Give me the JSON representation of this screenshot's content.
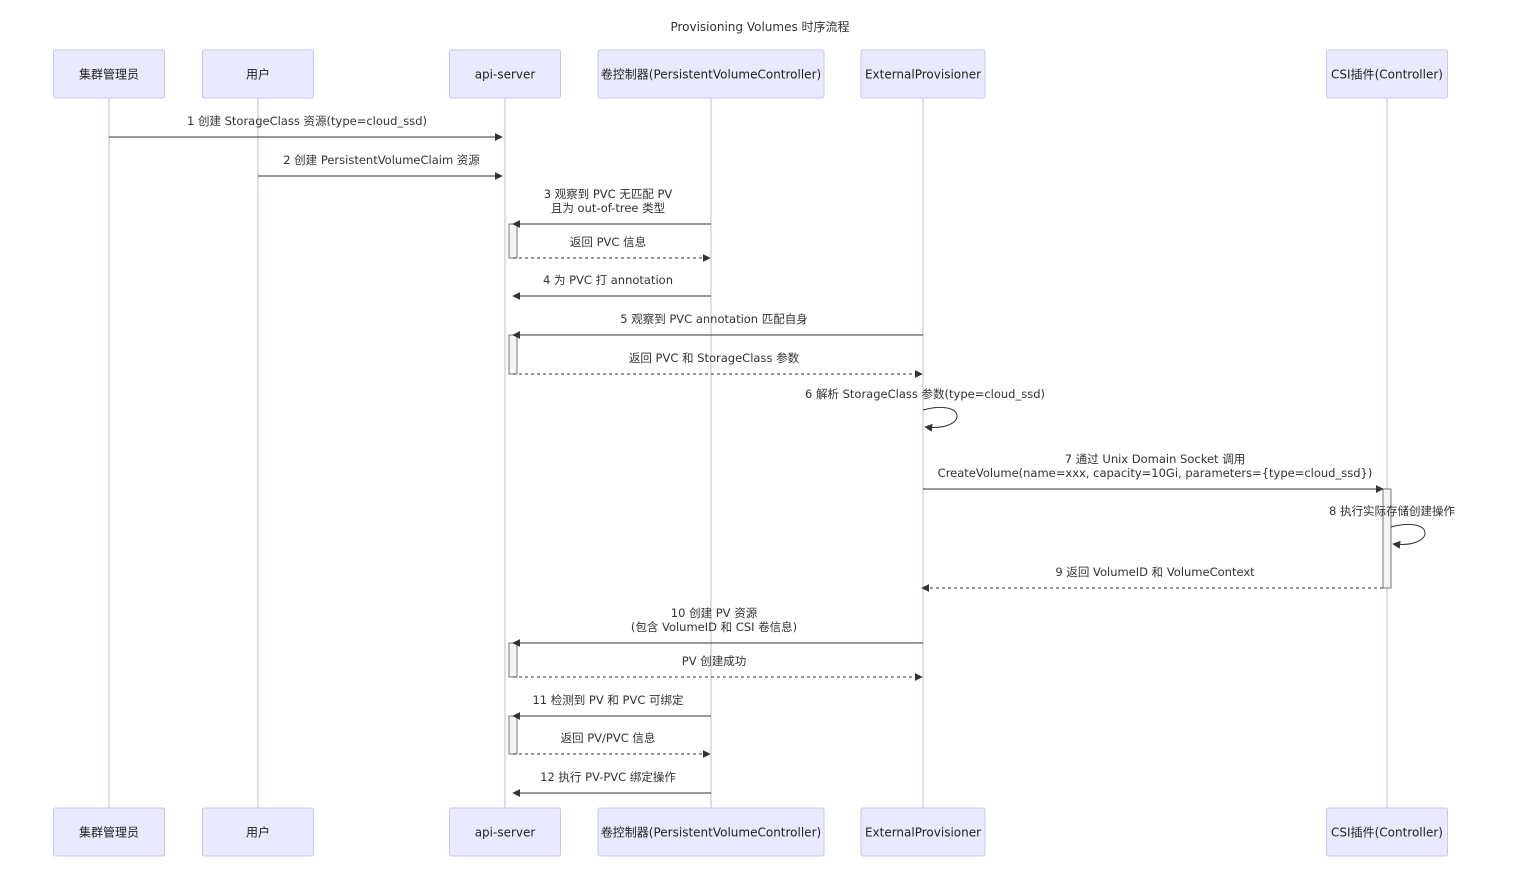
{
  "title": "Provisioning Volumes 时序流程",
  "participants": [
    {
      "id": "admin",
      "label": "集群管理员"
    },
    {
      "id": "user",
      "label": "用户"
    },
    {
      "id": "api",
      "label": "api-server"
    },
    {
      "id": "pvc_ctrl",
      "label": "卷控制器(PersistentVolumeController)"
    },
    {
      "id": "ext",
      "label": "ExternalProvisioner"
    },
    {
      "id": "csi",
      "label": "CSI插件(Controller)"
    }
  ],
  "messages": [
    {
      "from": "admin",
      "to": "api",
      "style": "solid",
      "lines": [
        "1 创建 StorageClass 资源(type=cloud_ssd)"
      ]
    },
    {
      "from": "user",
      "to": "api",
      "style": "solid",
      "lines": [
        "2 创建 PersistentVolumeClaim 资源"
      ]
    },
    {
      "from": "pvc_ctrl",
      "to": "api",
      "style": "solid",
      "lines": [
        "3 观察到 PVC 无匹配 PV",
        "且为 out-of-tree 类型"
      ]
    },
    {
      "from": "api",
      "to": "pvc_ctrl",
      "style": "dashed",
      "lines": [
        "返回 PVC 信息"
      ]
    },
    {
      "from": "pvc_ctrl",
      "to": "api",
      "style": "solid",
      "lines": [
        "4 为 PVC 打 annotation"
      ]
    },
    {
      "from": "ext",
      "to": "api",
      "style": "solid",
      "lines": [
        "5 观察到 PVC annotation 匹配自身"
      ]
    },
    {
      "from": "api",
      "to": "ext",
      "style": "dashed",
      "lines": [
        "返回 PVC 和 StorageClass 参数"
      ]
    },
    {
      "from": "ext",
      "to": "ext",
      "style": "solid",
      "lines": [
        "6 解析 StorageClass 参数(type=cloud_ssd)"
      ]
    },
    {
      "from": "ext",
      "to": "csi",
      "style": "solid",
      "lines": [
        "7 通过 Unix Domain Socket 调用",
        "CreateVolume(name=xxx, capacity=10Gi, parameters={type=cloud_ssd})"
      ]
    },
    {
      "from": "csi",
      "to": "csi",
      "style": "solid",
      "lines": [
        "8 执行实际存储创建操作"
      ]
    },
    {
      "from": "csi",
      "to": "ext",
      "style": "dashed",
      "lines": [
        "9 返回 VolumeID 和 VolumeContext"
      ]
    },
    {
      "from": "ext",
      "to": "api",
      "style": "solid",
      "lines": [
        "10 创建 PV 资源",
        "(包含 VolumeID 和 CSI 卷信息)"
      ]
    },
    {
      "from": "api",
      "to": "ext",
      "style": "dashed",
      "lines": [
        "PV 创建成功"
      ]
    },
    {
      "from": "pvc_ctrl",
      "to": "api",
      "style": "solid",
      "lines": [
        "11 检测到 PV 和 PVC 可绑定"
      ]
    },
    {
      "from": "api",
      "to": "pvc_ctrl",
      "style": "dashed",
      "lines": [
        "返回 PV/PVC 信息"
      ]
    },
    {
      "from": "pvc_ctrl",
      "to": "api",
      "style": "solid",
      "lines": [
        "12 执行 PV-PVC 绑定操作"
      ]
    }
  ],
  "colors": {
    "actor_fill": "#eaeaff",
    "actor_border": "#c6c6f0",
    "lifeline": "#c9c9e8",
    "line": "#333333"
  }
}
